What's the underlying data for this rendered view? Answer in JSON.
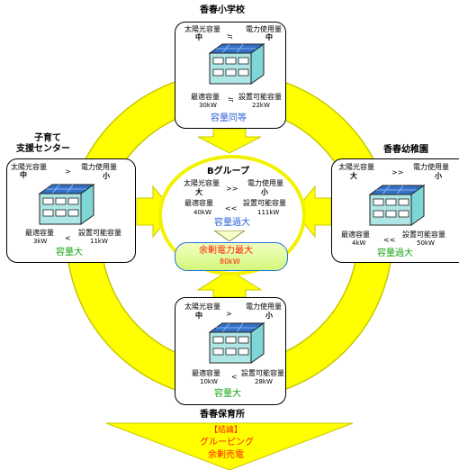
{
  "colors": {
    "arrow": "#ffff00",
    "arrow_stroke": "#c8c800",
    "conclusion_text": "#ff1a00",
    "capacity_equal": "#2f63d8",
    "capacity_large": "#17a317"
  },
  "top": {
    "name": "香春小学校",
    "solar_label": "太陽光容量",
    "solar_level": "中",
    "relation_top": "≒",
    "power_label": "電力使用量",
    "power_level": "中",
    "optimal_label": "最適容量",
    "optimal_value": "30kW",
    "relation_bottom": "≒",
    "installable_label": "設置可能容量",
    "installable_value": "22kW",
    "status": "容量同等"
  },
  "left": {
    "name_line1": "子育て",
    "name_line2": "支援センター",
    "solar_label": "太陽光容量",
    "solar_level": "中",
    "relation_top": ">",
    "power_label": "電力使用量",
    "power_level": "小",
    "optimal_label": "最適容量",
    "optimal_value": "3kW",
    "relation_bottom": "<",
    "installable_label": "設置可能容量",
    "installable_value": "11kW",
    "status": "容量大"
  },
  "right": {
    "name": "香春幼稚園",
    "solar_label": "太陽光容量",
    "solar_level": "大",
    "relation_top": ">>",
    "power_label": "電力使用量",
    "power_level": "小",
    "optimal_label": "最適容量",
    "optimal_value": "4kW",
    "relation_bottom": "<<",
    "installable_label": "設置可能容量",
    "installable_value": "50kW",
    "status": "容量過大"
  },
  "bottom": {
    "name": "香春保育所",
    "solar_label": "太陽光容量",
    "solar_level": "中",
    "relation_top": ">",
    "power_label": "電力使用量",
    "power_level": "小",
    "optimal_label": "最適容量",
    "optimal_value": "10kW",
    "relation_bottom": "<",
    "installable_label": "設置可能容量",
    "installable_value": "28kW",
    "status": "容量大"
  },
  "center": {
    "group_name": "Bグループ",
    "solar_label": "太陽光容量",
    "solar_level": "大",
    "relation_top": ">>",
    "power_label": "電力使用量",
    "power_level": "小",
    "optimal_label": "最適容量",
    "optimal_value": "40kW",
    "relation_bottom": "<<",
    "installable_label": "設置可能容量",
    "installable_value": "111kW",
    "status": "容量過大",
    "surplus_label": "余剰電力最大",
    "surplus_value": "80kW"
  },
  "conclusion": {
    "line1": "【結論】",
    "line2": "グルーピング",
    "line3": "余剰売電"
  }
}
